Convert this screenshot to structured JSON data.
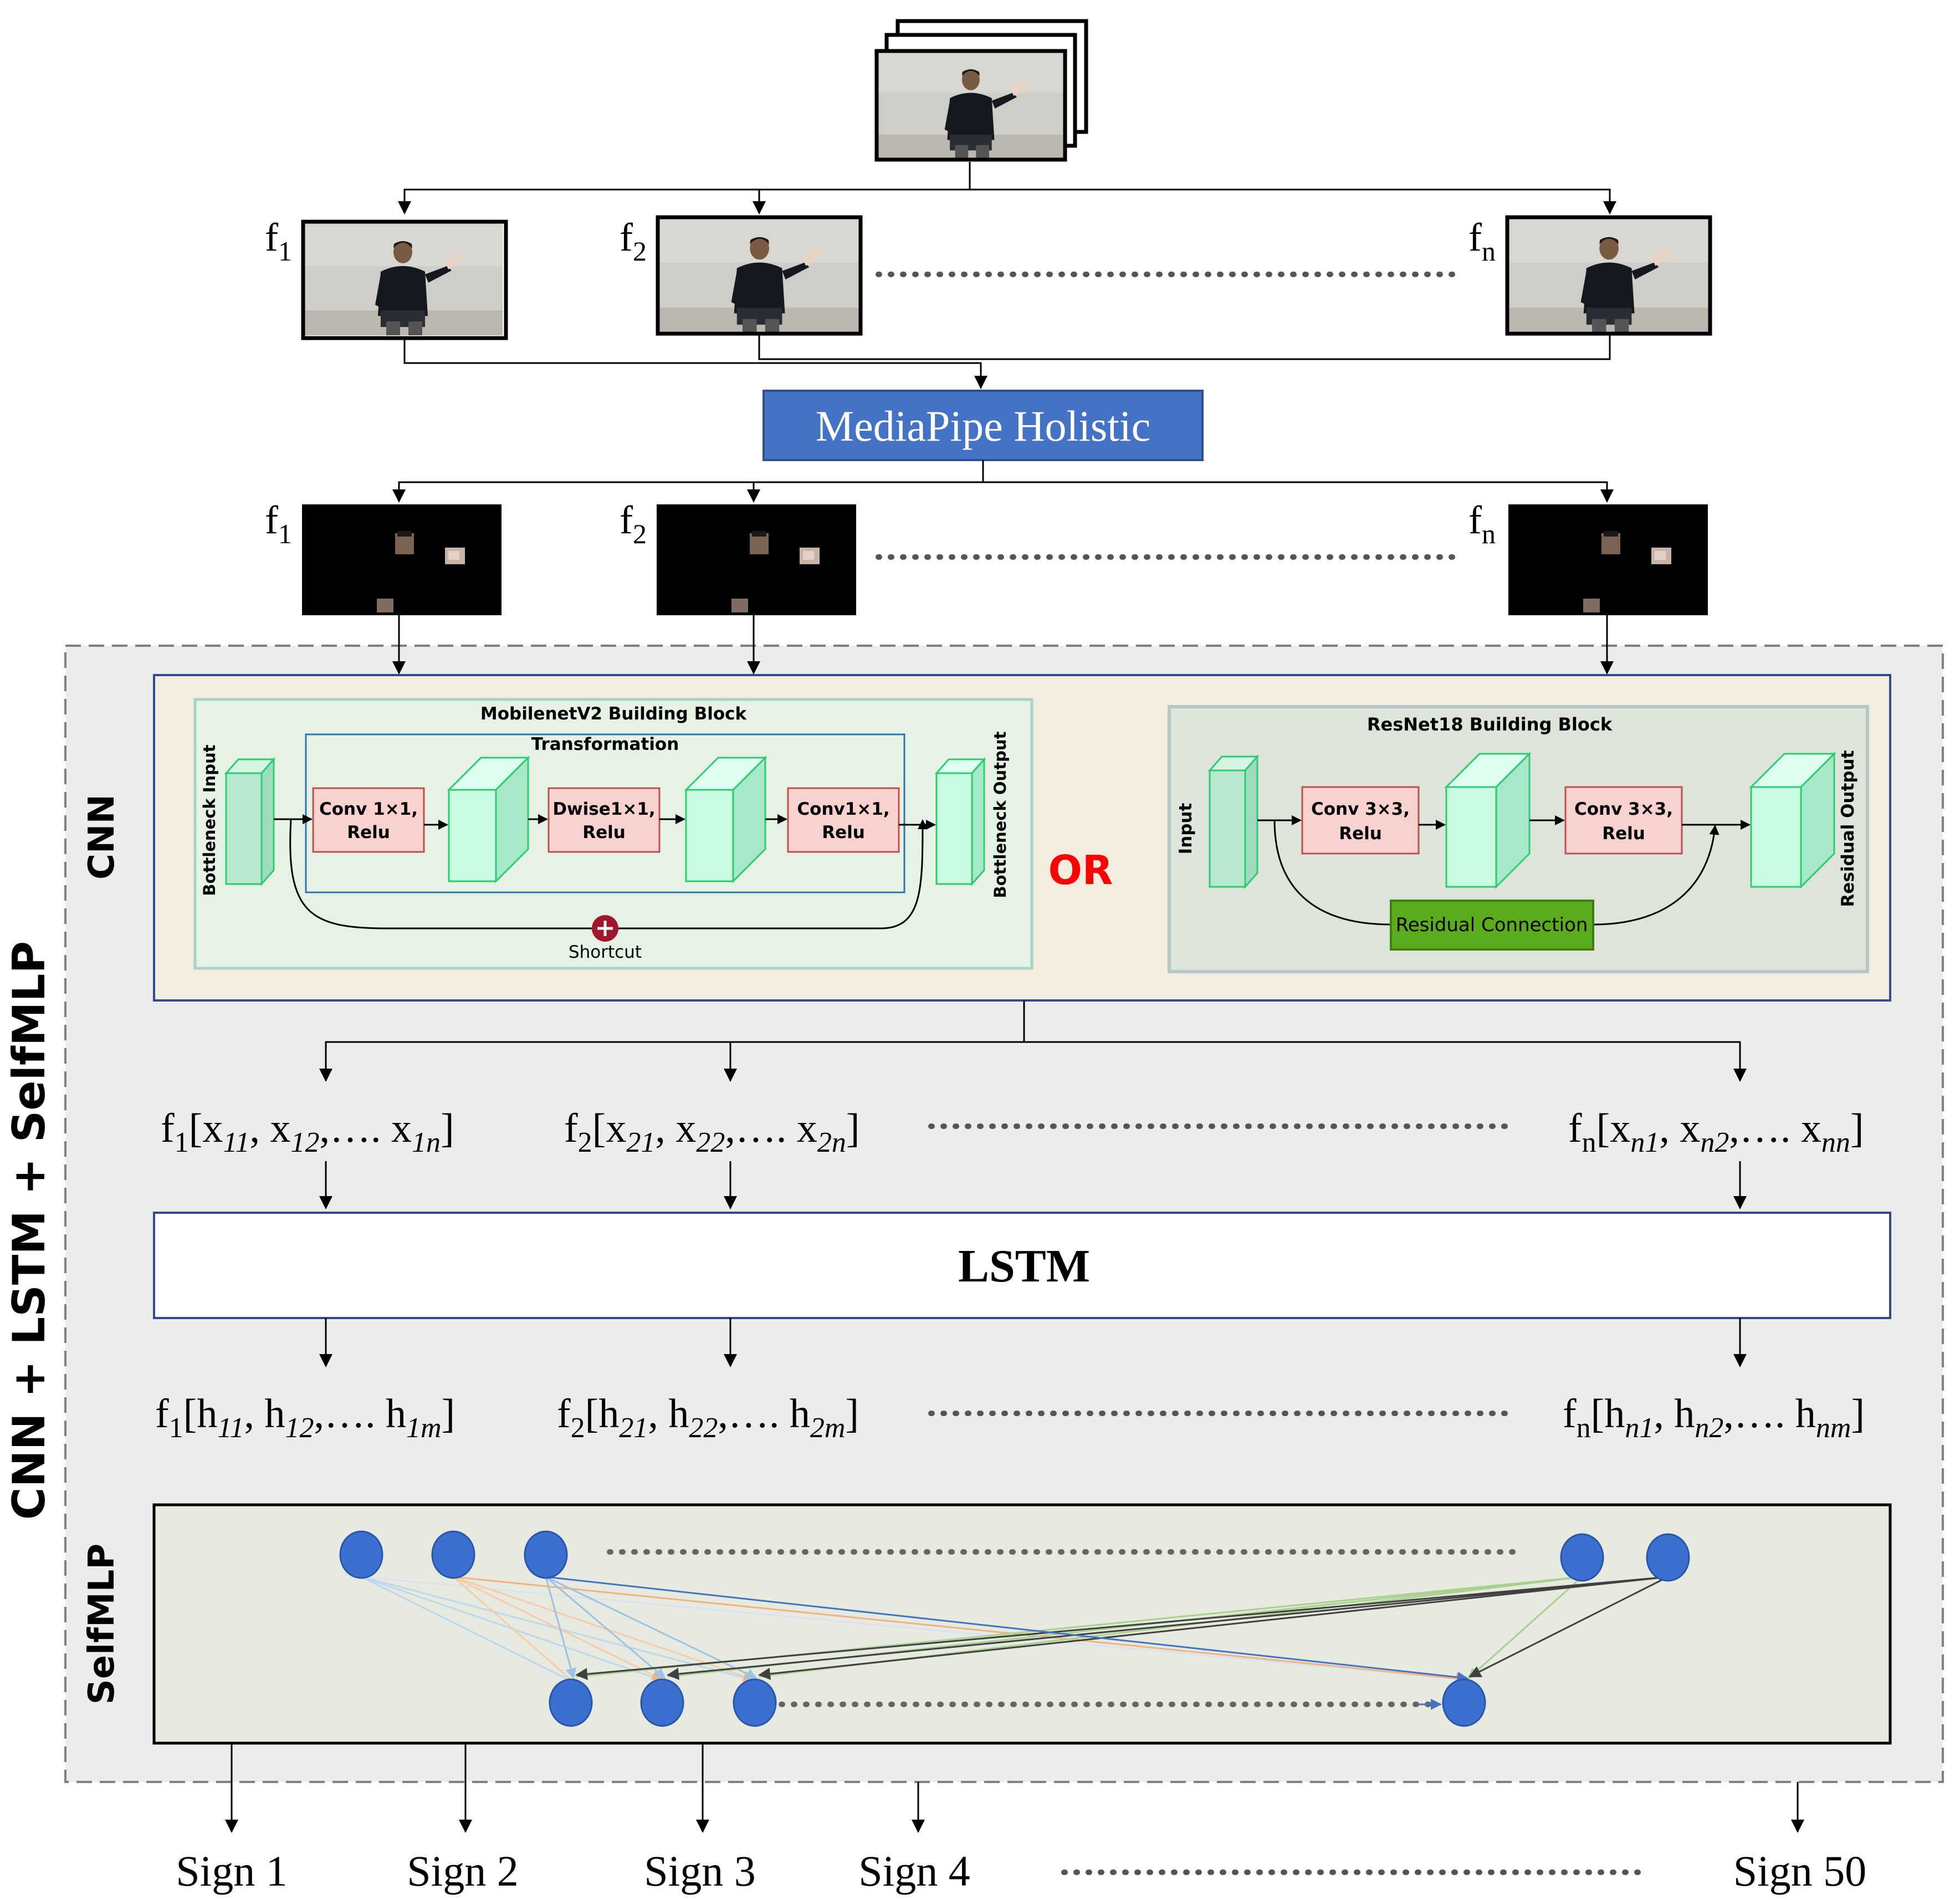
{
  "frame_labels": {
    "f1": {
      "base": "f",
      "sub": "1"
    },
    "f2": {
      "base": "f",
      "sub": "2"
    },
    "fn": {
      "base": "f",
      "sub": "n"
    }
  },
  "mediapipe_label": "MediaPipe Holistic",
  "outer_label": "CNN + LSTM + SelfMLP",
  "cnn": {
    "label": "CNN",
    "or_label": "OR",
    "mobilenet": {
      "title": "MobilenetV2 Building Block",
      "transformation": "Transformation",
      "input_label": "Bottleneck Input",
      "output_label": "Bottleneck Output",
      "conv1": [
        "Conv 1×1,",
        "Relu"
      ],
      "dwise": [
        "Dwise1×1,",
        "Relu"
      ],
      "conv2": [
        "Conv1×1,",
        "Relu"
      ],
      "shortcut": "Shortcut"
    },
    "resnet": {
      "title": "ResNet18 Building Block",
      "input_label": "Input",
      "output_label": "Residual Output",
      "conv1": [
        "Conv 3×3,",
        "Relu"
      ],
      "conv2": [
        "Conv 3×3,",
        "Relu"
      ],
      "residual": "Residual Connection"
    }
  },
  "features_x": [
    {
      "f": "f",
      "fsub": "1",
      "items": [
        [
          "x",
          "11"
        ],
        [
          "x",
          "12"
        ],
        [
          "x",
          "1n"
        ]
      ]
    },
    {
      "f": "f",
      "fsub": "2",
      "items": [
        [
          "x",
          "21"
        ],
        [
          "x",
          "22"
        ],
        [
          "x",
          "2n"
        ]
      ]
    },
    {
      "f": "f",
      "fsub": "n",
      "items": [
        [
          "x",
          "n1"
        ],
        [
          "x",
          "n2"
        ],
        [
          "x",
          "nn"
        ]
      ]
    }
  ],
  "lstm_label": "LSTM",
  "features_h": [
    {
      "f": "f",
      "fsub": "1",
      "items": [
        [
          "h",
          "11"
        ],
        [
          "h",
          "12"
        ],
        [
          "h",
          "1m"
        ]
      ]
    },
    {
      "f": "f",
      "fsub": "2",
      "items": [
        [
          "h",
          "21"
        ],
        [
          "h",
          "22"
        ],
        [
          "h",
          "2m"
        ]
      ]
    },
    {
      "f": "f",
      "fsub": "n",
      "items": [
        [
          "h",
          "n1"
        ],
        [
          "h",
          "n2"
        ],
        [
          "h",
          "nm"
        ]
      ]
    }
  ],
  "selfmlp_label": "SelfMLP",
  "outputs": [
    "Sign 1",
    "Sign 2",
    "Sign 3",
    "Sign 4",
    "Sign 50"
  ],
  "colors": {
    "mediapipe_fill": "#4472c4",
    "node_fill": "#3b6fd0",
    "or_color": "#ff0000",
    "conv_fill": "#f9d2d0",
    "residual_fill": "#5aac1c",
    "cube_fill": "#c8f5de",
    "cnn_bg": "#f5ece0",
    "selfmlp_bg": "#e6eadf",
    "outer_bg": "#ececec"
  }
}
